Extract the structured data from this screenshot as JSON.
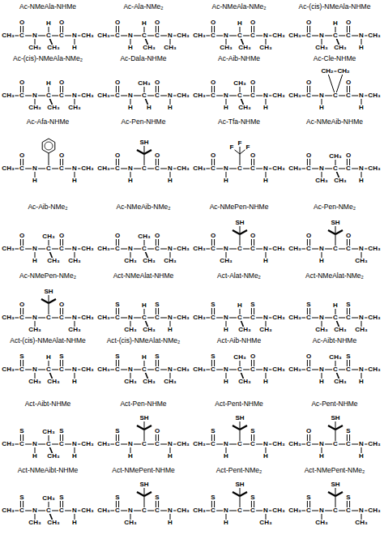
{
  "diagram": {
    "labels": [
      "Ac-NMeAla-NHMe",
      "CH₃",
      "O",
      "C",
      "N",
      "CH₃",
      "C",
      "H",
      "CH₃",
      "O",
      "C",
      "N",
      "H",
      "CH₃",
      "Ac-Ala-NMe₂",
      "CH₃",
      "O",
      "C",
      "N",
      "H",
      "C",
      "H",
      "CH₃",
      "O",
      "C",
      "N",
      "CH₃",
      "CH₃",
      "Ac-NMeAla-NMe₂",
      "CH₃",
      "O",
      "C",
      "N",
      "CH₃",
      "C",
      "H",
      "CH₃",
      "O",
      "C",
      "N",
      "CH₃",
      "CH₃",
      "Ac-(cis)-NMeAla-NHMe",
      "CH₃",
      "O",
      "C",
      "N",
      "CH₃",
      "C",
      "H",
      "CH₃",
      "O",
      "C",
      "N",
      "H",
      "CH₃",
      "Ac-(cis)-NMeAla-NMe₂",
      "CH₃",
      "O",
      "C",
      "N",
      "CH₃",
      "C",
      "H",
      "CH₃",
      "O",
      "C",
      "N",
      "CH₃",
      "CH₃",
      "Ac-Dala-NHMe",
      "CH₃",
      "O",
      "C",
      "N",
      "H",
      "C",
      "CH₃",
      "H",
      "O",
      "C",
      "N",
      "H",
      "CH₃",
      "Ac-Aib-NHMe",
      "CH₃",
      "O",
      "C",
      "N",
      "H",
      "C",
      "CH₃",
      "CH₃",
      "O",
      "C",
      "N",
      "H",
      "CH₃",
      "Ac-Cle-NHMe",
      "CH₃",
      "O",
      "C",
      "N",
      "H",
      "C",
      "CH₂",
      "CH₂",
      "O",
      "C",
      "N",
      "H",
      "CH₃",
      "Ac-Afa-NHMe",
      "CH₃",
      "O",
      "C",
      "N",
      "H",
      "C",
      "O",
      "C",
      "N",
      "H",
      "CH₃",
      "Ac-Pen-NHMe",
      "CH₃",
      "O",
      "C",
      "N",
      "H",
      "C",
      "SH",
      "O",
      "C",
      "N",
      "H",
      "CH₃",
      "Ac-Tfa-NHMe",
      "CH₃",
      "O",
      "C",
      "N",
      "H",
      "C",
      "F",
      "F",
      "F",
      "O",
      "C",
      "N",
      "H",
      "CH₃",
      "Ac-NMeAib-NHMe",
      "CH₃",
      "O",
      "C",
      "N",
      "CH₃",
      "C",
      "CH₃",
      "CH₃",
      "O",
      "C",
      "N",
      "H",
      "CH₃",
      "Ac-Aib-NMe₂",
      "CH₃",
      "O",
      "C",
      "N",
      "H",
      "C",
      "CH₃",
      "CH₃",
      "O",
      "C",
      "N",
      "CH₃",
      "CH₃",
      "Ac-NMeAib-NMe₂",
      "CH₃",
      "O",
      "C",
      "N",
      "CH₃",
      "C",
      "CH₃",
      "CH₃",
      "O",
      "C",
      "N",
      "CH₃",
      "CH₃",
      "Ac-NMePen-NHMe",
      "CH₃",
      "O",
      "C",
      "N",
      "CH₃",
      "C",
      "SH",
      "O",
      "C",
      "N",
      "H",
      "CH₃",
      "Ac-Pen-NMe₂",
      "CH₃",
      "O",
      "C",
      "N",
      "H",
      "C",
      "SH",
      "O",
      "C",
      "N",
      "CH₃",
      "CH₃",
      "Ac-NMePen-NMe₂",
      "CH₃",
      "O",
      "C",
      "N",
      "CH₃",
      "C",
      "SH",
      "O",
      "C",
      "N",
      "CH₃",
      "CH₃",
      "Act-NMeAlat-NHMe",
      "CH₃",
      "S",
      "C",
      "N",
      "CH₃",
      "C",
      "H",
      "CH₃",
      "S",
      "C",
      "N",
      "H",
      "CH₃",
      "Act-Alat-NMe₂",
      "CH₃",
      "S",
      "C",
      "N",
      "H",
      "C",
      "H",
      "CH₃",
      "S",
      "C",
      "N",
      "CH₃",
      "CH₃",
      "Act-NMeAlat-NMe₂",
      "CH₃",
      "S",
      "C",
      "N",
      "CH₃",
      "C",
      "H",
      "CH₃",
      "S",
      "C",
      "N",
      "CH₃",
      "CH₃",
      "Act-(cis)-NMeAlat-NHMe",
      "CH₃",
      "S",
      "C",
      "N",
      "CH₃",
      "C",
      "H",
      "CH₃",
      "S",
      "C",
      "N",
      "H",
      "CH₃",
      "Act-(cis)-NMeAlat-NMe₂",
      "CH₃",
      "S",
      "C",
      "N",
      "CH₃",
      "C",
      "H",
      "CH₃",
      "S",
      "C",
      "N",
      "CH₃",
      "CH₃",
      "Act-Aib-NHMe",
      "CH₃",
      "S",
      "C",
      "N",
      "H",
      "C",
      "CH₃",
      "CH₃",
      "O",
      "C",
      "N",
      "H",
      "CH₃",
      "Ac-Aibt-NHMe",
      "CH₃",
      "O",
      "C",
      "N",
      "H",
      "C",
      "CH₃",
      "CH₃",
      "S",
      "C",
      "N",
      "H",
      "CH₃",
      "Act-Aibt-NHMe",
      "CH₃",
      "S",
      "C",
      "N",
      "H",
      "C",
      "CH₃",
      "CH₃",
      "S",
      "C",
      "N",
      "H",
      "CH₃",
      "Act-Pen-NHMe",
      "CH₃",
      "S",
      "C",
      "N",
      "H",
      "C",
      "SH",
      "O",
      "C",
      "N",
      "H",
      "CH₃",
      "Act-Pent-NHMe",
      "CH₃",
      "S",
      "C",
      "N",
      "H",
      "C",
      "SH",
      "S",
      "C",
      "N",
      "H",
      "CH₃",
      "Ac-Pent-NHMe",
      "CH₃",
      "O",
      "C",
      "N",
      "H",
      "C",
      "SH",
      "S",
      "C",
      "N",
      "H",
      "CH₃",
      "Act-NMeAibt-NHMe",
      "CH₃",
      "S",
      "C",
      "N",
      "CH₃",
      "C",
      "CH₃",
      "CH₃",
      "S",
      "C",
      "N",
      "H",
      "CH₃",
      "Act-NMePent-NHMe",
      "CH₃",
      "S",
      "C",
      "N",
      "CH₃",
      "C",
      "SH",
      "S",
      "C",
      "N",
      "H",
      "CH₃",
      "Act-Pent-NMe₂",
      "CH₃",
      "S",
      "C",
      "N",
      "H",
      "C",
      "SH",
      "S",
      "C",
      "N",
      "CH₃",
      "CH₃",
      "Act-NMePent-NMe₂",
      "CH₃",
      "S",
      "C",
      "N",
      "CH₃",
      "C",
      "SH",
      "S",
      "C",
      "N",
      "CH₃",
      "CH₃"
    ]
  }
}
